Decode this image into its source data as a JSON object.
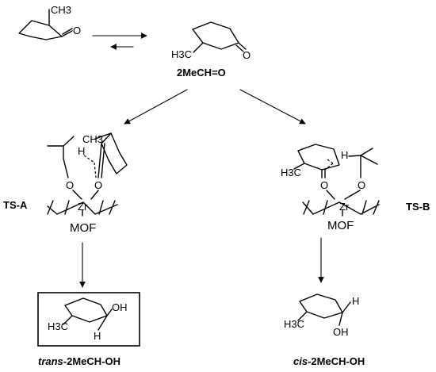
{
  "labels": {
    "ch3_top": "CH3",
    "o_top_left": "O",
    "h3c_top_right": "H3C",
    "o_top_right": "O",
    "compound_name": "2MeCH=O",
    "ts_a": "TS-A",
    "ts_b": "TS-B",
    "mof_a": "MOF",
    "mof_b": "MOF",
    "zr_a": "Zr",
    "zr_b": "Zr",
    "o_a1": "O",
    "o_a2": "O",
    "h_a": "H",
    "ch3_a": "CH3",
    "o_b1": "O",
    "o_b2": "O",
    "h_b": "H",
    "h3c_b": "H3C",
    "trans_prefix": "trans",
    "trans_suffix": "-2MeCH-OH",
    "trans_h3c": "H3C",
    "trans_oh": "OH",
    "trans_h": "H",
    "cis_prefix": "cis",
    "cis_suffix": "-2MeCH-OH",
    "cis_h3c": "H3C",
    "cis_h": "H",
    "cis_oh": "OH"
  }
}
